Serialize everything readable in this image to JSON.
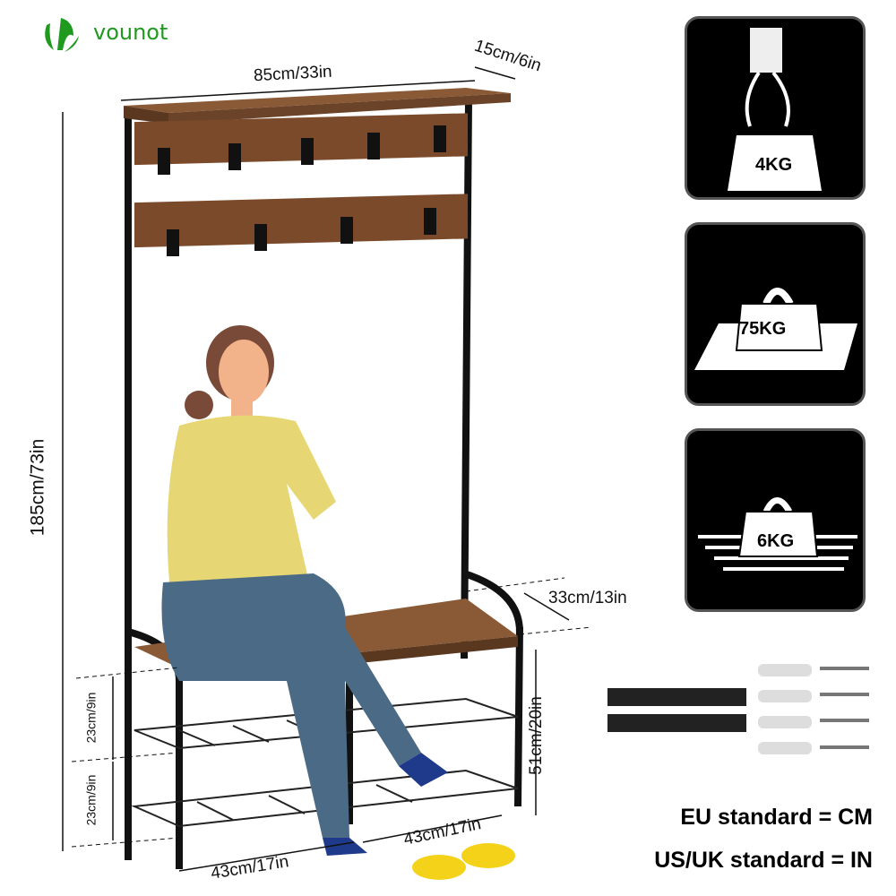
{
  "brand": {
    "name": "vounot",
    "color": "#1f9a1f"
  },
  "dimensions": {
    "width": "85cm/33in",
    "depth_top": "15cm/6in",
    "height": "185cm/73in",
    "bench_depth": "33cm/13in",
    "bench_height": "51cm/20in",
    "shelf_gap_upper": "23cm/9in",
    "shelf_gap_lower": "23cm/9in",
    "bottom_width": "43cm/17in",
    "bottom_width_right": "43cm/17in"
  },
  "capacity": [
    {
      "label": "4KG",
      "icon": "hook-weight-icon"
    },
    {
      "label": "75KG",
      "icon": "bench-weight-icon"
    },
    {
      "label": "6KG",
      "icon": "shelf-weight-icon"
    }
  ],
  "standards": {
    "eu": "EU standard = CM",
    "us": "US/UK standard = IN"
  },
  "colors": {
    "wood": "#7a4a2a",
    "frame": "#111111",
    "panel": "#000000"
  }
}
